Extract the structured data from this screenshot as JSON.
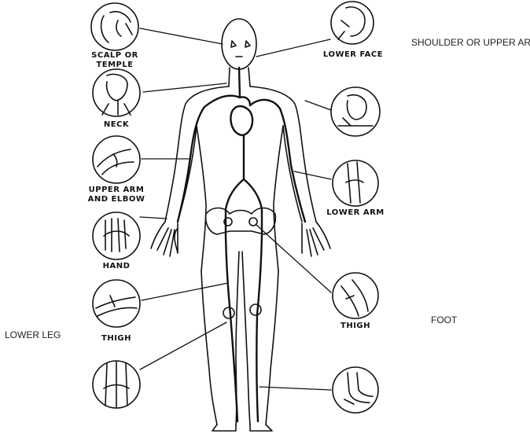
{
  "labels": {
    "scalp_line1": "SCALP OR",
    "scalp_line2": "TEMPLE",
    "neck": "NECK",
    "upper_arm_line1": "UPPER ARM",
    "upper_arm_line2": "AND ELBOW",
    "hand": "HAND",
    "thigh_left": "THIGH",
    "lower_face": "LOWER FACE",
    "lower_arm": "LOWER ARM",
    "thigh_right": "THIGH"
  },
  "extra_labels": {
    "shoulder": "SHOULDER OR UPPER ARM",
    "foot": "FOOT",
    "lower_leg": "LOWER LEG"
  },
  "colors": {
    "ink": "#111111",
    "artery": "#111111"
  }
}
